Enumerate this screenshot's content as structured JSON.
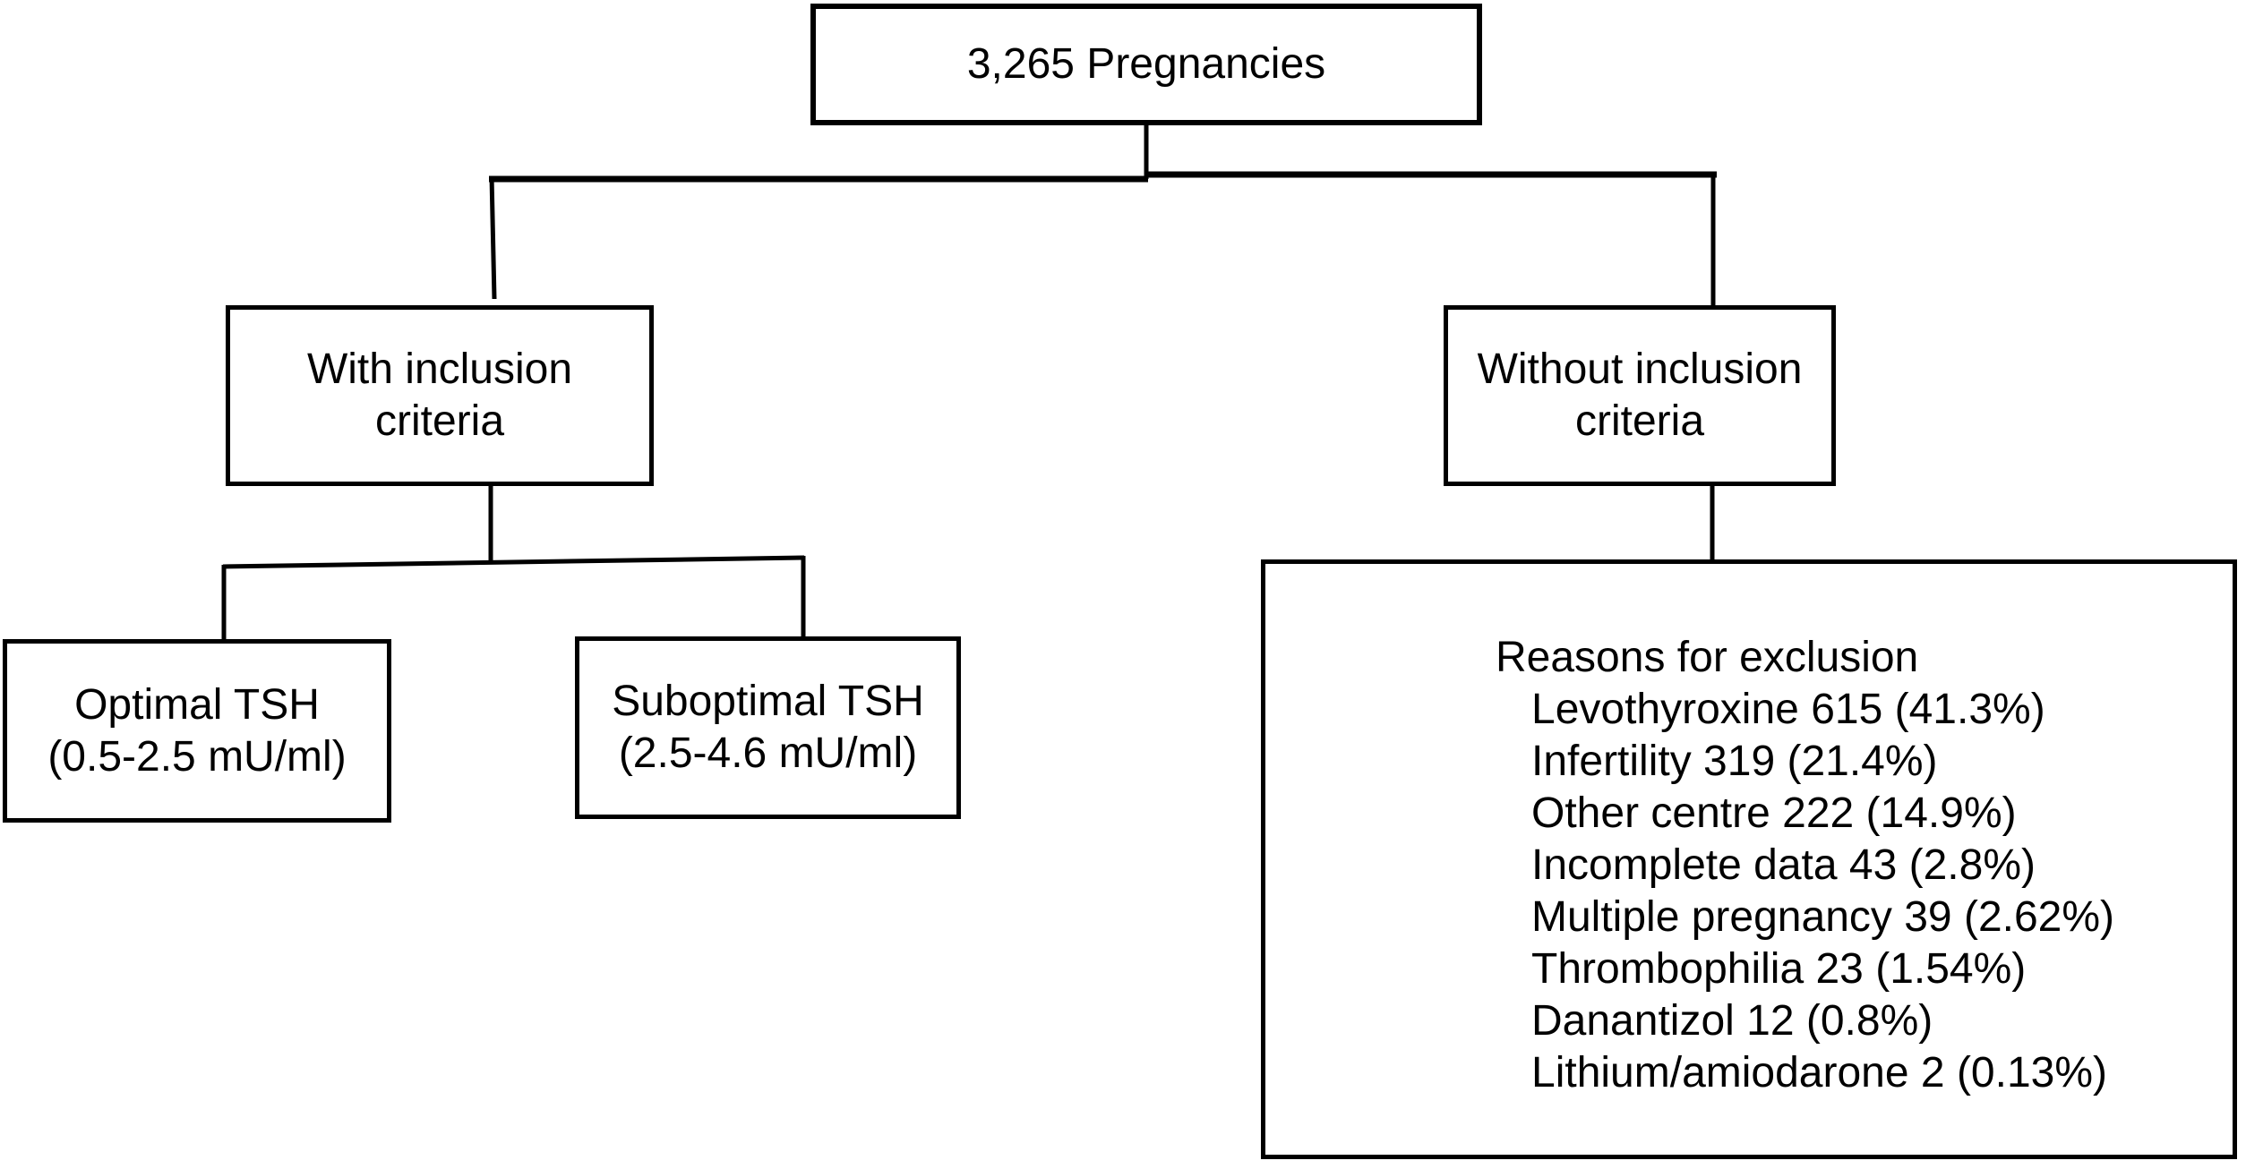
{
  "diagram": {
    "title_node": {
      "label": "3,265 Pregnancies"
    },
    "with_criteria": {
      "line1": "With inclusion",
      "line2": "criteria"
    },
    "without_criteria": {
      "line1": "Without inclusion",
      "line2": "criteria"
    },
    "optimal_tsh": {
      "line1": "Optimal TSH",
      "line2": "(0.5-2.5 mU/ml)"
    },
    "suboptimal_tsh": {
      "line1": "Suboptimal TSH",
      "line2": "(2.5-4.6 mU/ml)"
    },
    "exclusion": {
      "heading": "Reasons for exclusion",
      "items": [
        "Levothyroxine 615 (41.3%)",
        "Infertility 319 (21.4%)",
        "Other centre 222 (14.9%)",
        "Incomplete data 43 (2.8%)",
        "Multiple pregnancy 39 (2.62%)",
        "Thrombophilia 23 (1.54%)",
        "Danantizol 12 (0.8%)",
        "Lithium/amiodarone 2 (0.13%)"
      ]
    },
    "colors": {
      "line": "#000000",
      "text": "#000000",
      "background": "#ffffff"
    }
  }
}
